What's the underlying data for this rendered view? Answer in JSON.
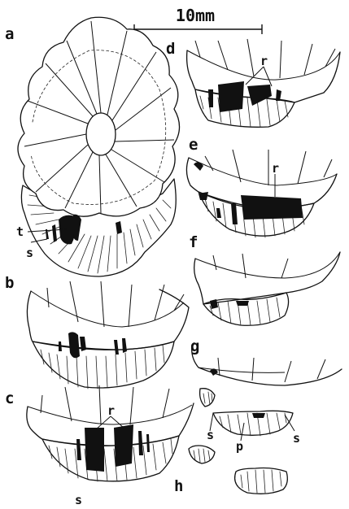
{
  "figure": {
    "scale_bar": {
      "label": "10mm"
    },
    "panels": [
      {
        "id": "a",
        "label": "a"
      },
      {
        "id": "b",
        "label": "b"
      },
      {
        "id": "c",
        "label": "c"
      },
      {
        "id": "d",
        "label": "d"
      },
      {
        "id": "e",
        "label": "e"
      },
      {
        "id": "f",
        "label": "f"
      },
      {
        "id": "g",
        "label": "g"
      },
      {
        "id": "h",
        "label": "h"
      }
    ],
    "annotations": {
      "t": "t",
      "s": "s",
      "r": "r",
      "p": "p"
    }
  }
}
